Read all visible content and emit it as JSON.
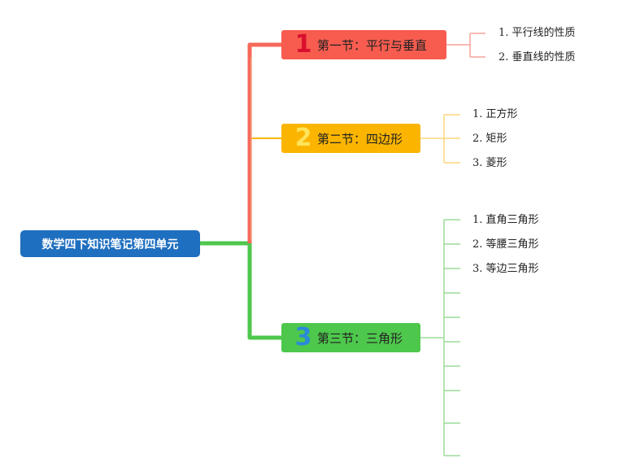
{
  "root": {
    "title": "数学四下知识笔记第四单元"
  },
  "sections": [
    {
      "number": "1",
      "title": "第一节：平行与垂直",
      "color": "#f75c4f",
      "items": [
        "1. 平行线的性质",
        "2. 垂直线的性质"
      ]
    },
    {
      "number": "2",
      "title": "第二节：四边形",
      "color": "#fbb500",
      "items": [
        "1. 正方形",
        "2. 矩形",
        "3. 菱形"
      ]
    },
    {
      "number": "3",
      "title": "第三节：三角形",
      "color": "#4dc74c",
      "items": [
        "1. 直角三角形",
        "2. 等腰三角形",
        "3. 等边三角形"
      ]
    }
  ]
}
